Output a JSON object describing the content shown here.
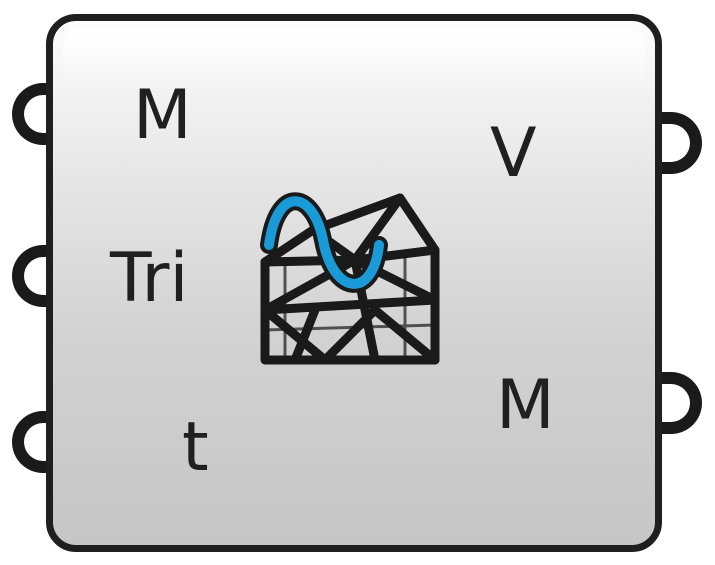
{
  "component": {
    "icon": "surface-wave-mesh-icon",
    "inputs": [
      {
        "label": "M"
      },
      {
        "label": "Tri"
      },
      {
        "label": "t"
      }
    ],
    "outputs": [
      {
        "label": "V"
      },
      {
        "label": "M"
      }
    ]
  },
  "colors": {
    "body_top": "#fdfdfd",
    "body_bottom": "#c6c6c6",
    "outline": "#1f1f1f",
    "wave": "#1a9bd7",
    "mesh": "#1a1a1a"
  }
}
